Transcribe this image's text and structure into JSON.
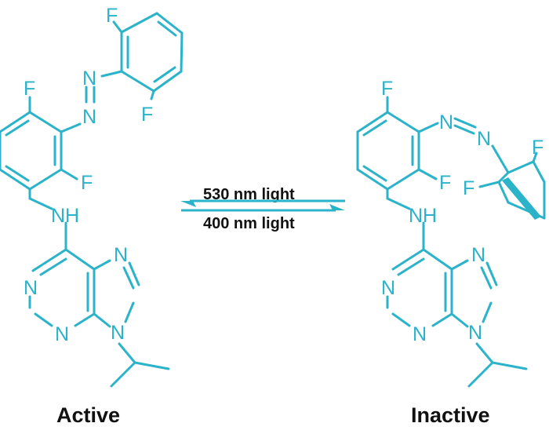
{
  "atoms": {
    "F": "F",
    "N": "N",
    "NH": "NH"
  },
  "conditions": {
    "forward": "530 nm light",
    "reverse": "400 nm light"
  },
  "captions": {
    "left": "Active",
    "right": "Inactive"
  },
  "colors": {
    "structure": "#2bb3c9",
    "text": "#111111"
  }
}
